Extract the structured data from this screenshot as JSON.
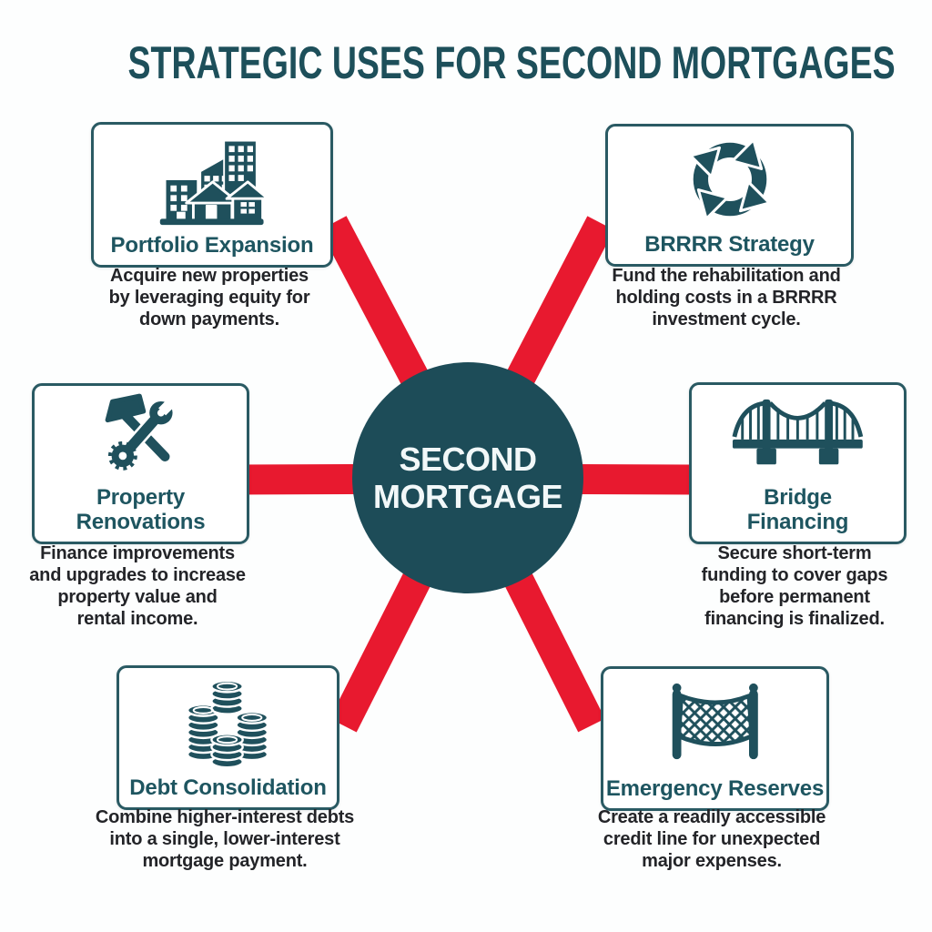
{
  "title": "STRATEGIC USES FOR SECOND MORTGAGES",
  "center": {
    "label": "SECOND\nMORTGAGE"
  },
  "colors": {
    "teal": "#1e4f5b",
    "hub_teal": "#1d4c58",
    "border_teal": "#2a5a63",
    "spoke_red": "#e8192f",
    "body_text": "#232428",
    "background": "#fdfefe"
  },
  "nodes": [
    {
      "id": "portfolio-expansion",
      "title": "Portfolio Expansion",
      "icon": "buildings-icon",
      "description": "Acquire new properties\nby leveraging equity for\ndown payments."
    },
    {
      "id": "brrrr-strategy",
      "title": "BRRRR Strategy",
      "icon": "cycle-arrows-icon",
      "description": "Fund the rehabilitation and\nholding costs in a BRRRR\ninvestment cycle."
    },
    {
      "id": "property-renovations",
      "title": "Property\nRenovations",
      "icon": "hammer-wrench-icon",
      "description": "Finance improvements\nand upgrades to increase\nproperty value and\nrental income."
    },
    {
      "id": "bridge-financing",
      "title": "Bridge\nFinancing",
      "icon": "bridge-icon",
      "description": "Secure short-term\nfunding to cover gaps\nbefore permanent\nfinancing is finalized."
    },
    {
      "id": "debt-consolidation",
      "title": "Debt Consolidation",
      "icon": "coins-icon",
      "description": "Combine higher-interest debts\ninto a single, lower-interest\nmortgage payment."
    },
    {
      "id": "emergency-reserves",
      "title": "Emergency Reserves",
      "icon": "safety-net-icon",
      "description": "Create a readily accessible\ncredit line for unexpected\nmajor expenses."
    }
  ]
}
